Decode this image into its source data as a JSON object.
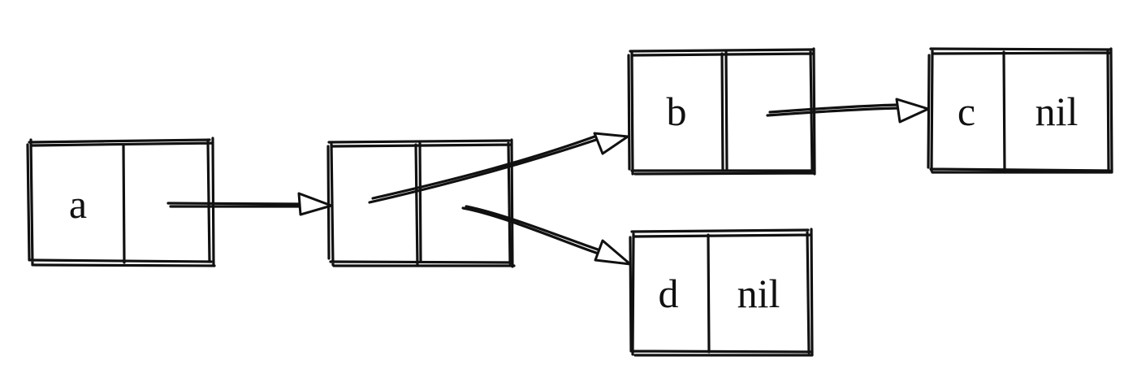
{
  "cells": {
    "a": {
      "car": "a",
      "cdr": ""
    },
    "pair": {
      "car": "",
      "cdr": ""
    },
    "b": {
      "car": "b",
      "cdr": ""
    },
    "c": {
      "car": "c",
      "cdr": "nil"
    },
    "d": {
      "car": "d",
      "cdr": "nil"
    }
  },
  "colors": {
    "ink": "#111111",
    "background": "#ffffff"
  }
}
